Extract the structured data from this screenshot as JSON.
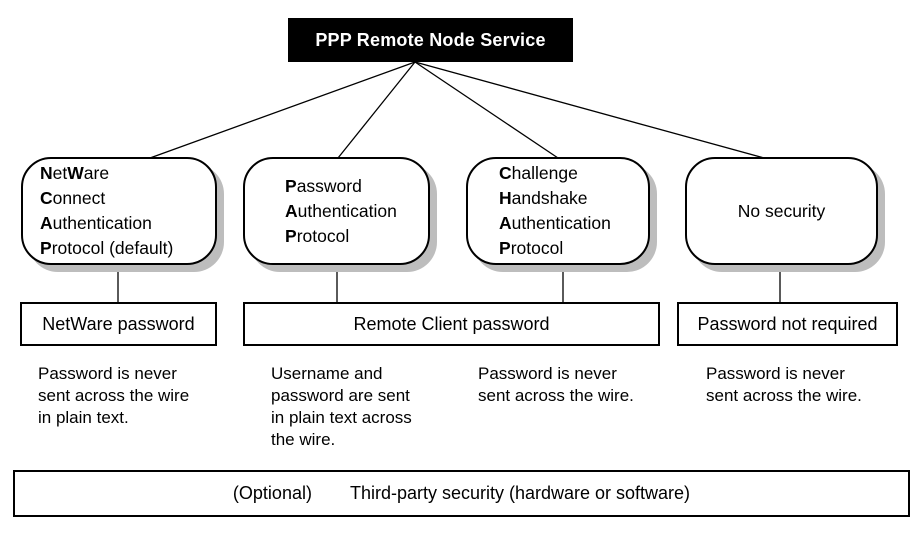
{
  "title": "PPP Remote Node Service",
  "colors": {
    "title_bg": "#000000",
    "title_fg": "#ffffff",
    "box_shadow": "#bdbdbd",
    "line": "#000000"
  },
  "protocols": [
    {
      "id": "ncap",
      "lines": [
        [
          {
            "t": "N",
            "b": true
          },
          {
            "t": "et",
            "b": false
          },
          {
            "t": "W",
            "b": true
          },
          {
            "t": "are",
            "b": false
          }
        ],
        [
          {
            "t": "C",
            "b": true
          },
          {
            "t": "onnect",
            "b": false
          }
        ],
        [
          {
            "t": "A",
            "b": true
          },
          {
            "t": "uthentication",
            "b": false
          }
        ],
        [
          {
            "t": "P",
            "b": true
          },
          {
            "t": "rotocol (default)",
            "b": false
          }
        ]
      ]
    },
    {
      "id": "pap",
      "lines": [
        [
          {
            "t": "P",
            "b": true
          },
          {
            "t": "assword",
            "b": false
          }
        ],
        [
          {
            "t": "A",
            "b": true
          },
          {
            "t": "uthentication",
            "b": false
          }
        ],
        [
          {
            "t": "P",
            "b": true
          },
          {
            "t": "rotocol",
            "b": false
          }
        ]
      ]
    },
    {
      "id": "chap",
      "lines": [
        [
          {
            "t": "C",
            "b": true
          },
          {
            "t": "hallenge",
            "b": false
          }
        ],
        [
          {
            "t": "H",
            "b": true
          },
          {
            "t": "andshake",
            "b": false
          }
        ],
        [
          {
            "t": "A",
            "b": true
          },
          {
            "t": "uthentication",
            "b": false
          }
        ],
        [
          {
            "t": "P",
            "b": true
          },
          {
            "t": "rotocol",
            "b": false
          }
        ]
      ]
    },
    {
      "id": "nosec",
      "lines": [
        [
          {
            "t": "No security",
            "b": false
          }
        ]
      ]
    }
  ],
  "password_boxes": [
    {
      "label": "NetWare password"
    },
    {
      "label": "Remote Client password"
    },
    {
      "label": "Password not required"
    }
  ],
  "descriptions": [
    "Password is never\nsent across the wire\nin plain text.",
    "Username and\npassword are sent\nin plain text across\nthe wire.",
    "Password is never\nsent across the wire.",
    "Password is never\nsent across the wire."
  ],
  "optional_box": {
    "prefix": "(Optional)",
    "label": "Third-party security (hardware or software)"
  }
}
